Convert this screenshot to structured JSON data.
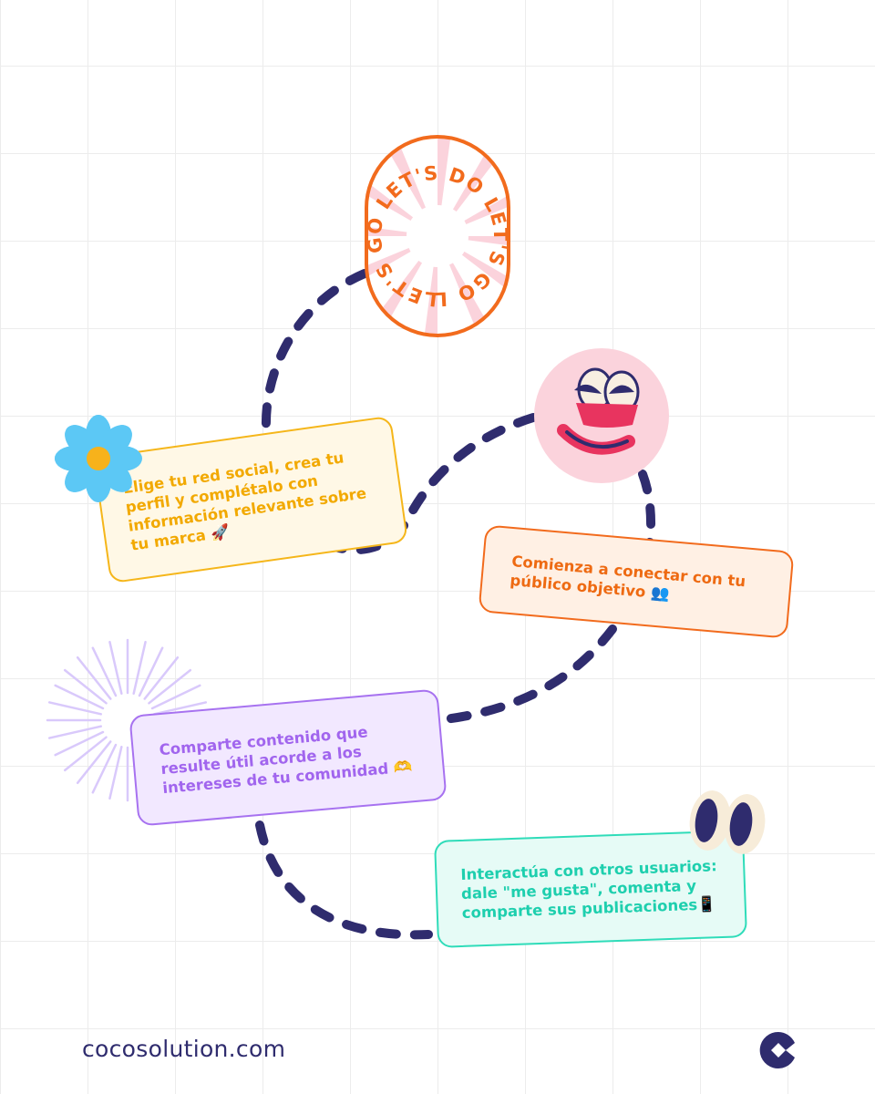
{
  "badge": {
    "text": "LET'S GO LET'S DO LET'S GO LET'S DO"
  },
  "steps": [
    {
      "text": "Elige tu red social, crea tu perfil y complétalo con información relevante sobre tu marca 🚀"
    },
    {
      "text": "Comienza a conectar con tu público objetivo 👥"
    },
    {
      "text": "Comparte contenido que resulte útil acorde a los intereses de tu comunidad 🫶"
    },
    {
      "text": "Interactúa con otros usuarios: dale \"me gusta\", comenta y comparte sus publicaciones📱"
    }
  ],
  "footer": {
    "url": "cocosolution.com"
  },
  "icons": {
    "flower": "flower-icon",
    "smiley": "smiley-face-icon",
    "eyes": "eyes-icon",
    "burst": "starburst-icon",
    "brand": "coco-logo-icon"
  },
  "colors": {
    "path": "#2f2c6e",
    "yellow": "#f5b61a",
    "orange": "#f26b1d",
    "purple": "#a772f0",
    "mint": "#2fdcb9",
    "pink": "#fbd3dc"
  }
}
